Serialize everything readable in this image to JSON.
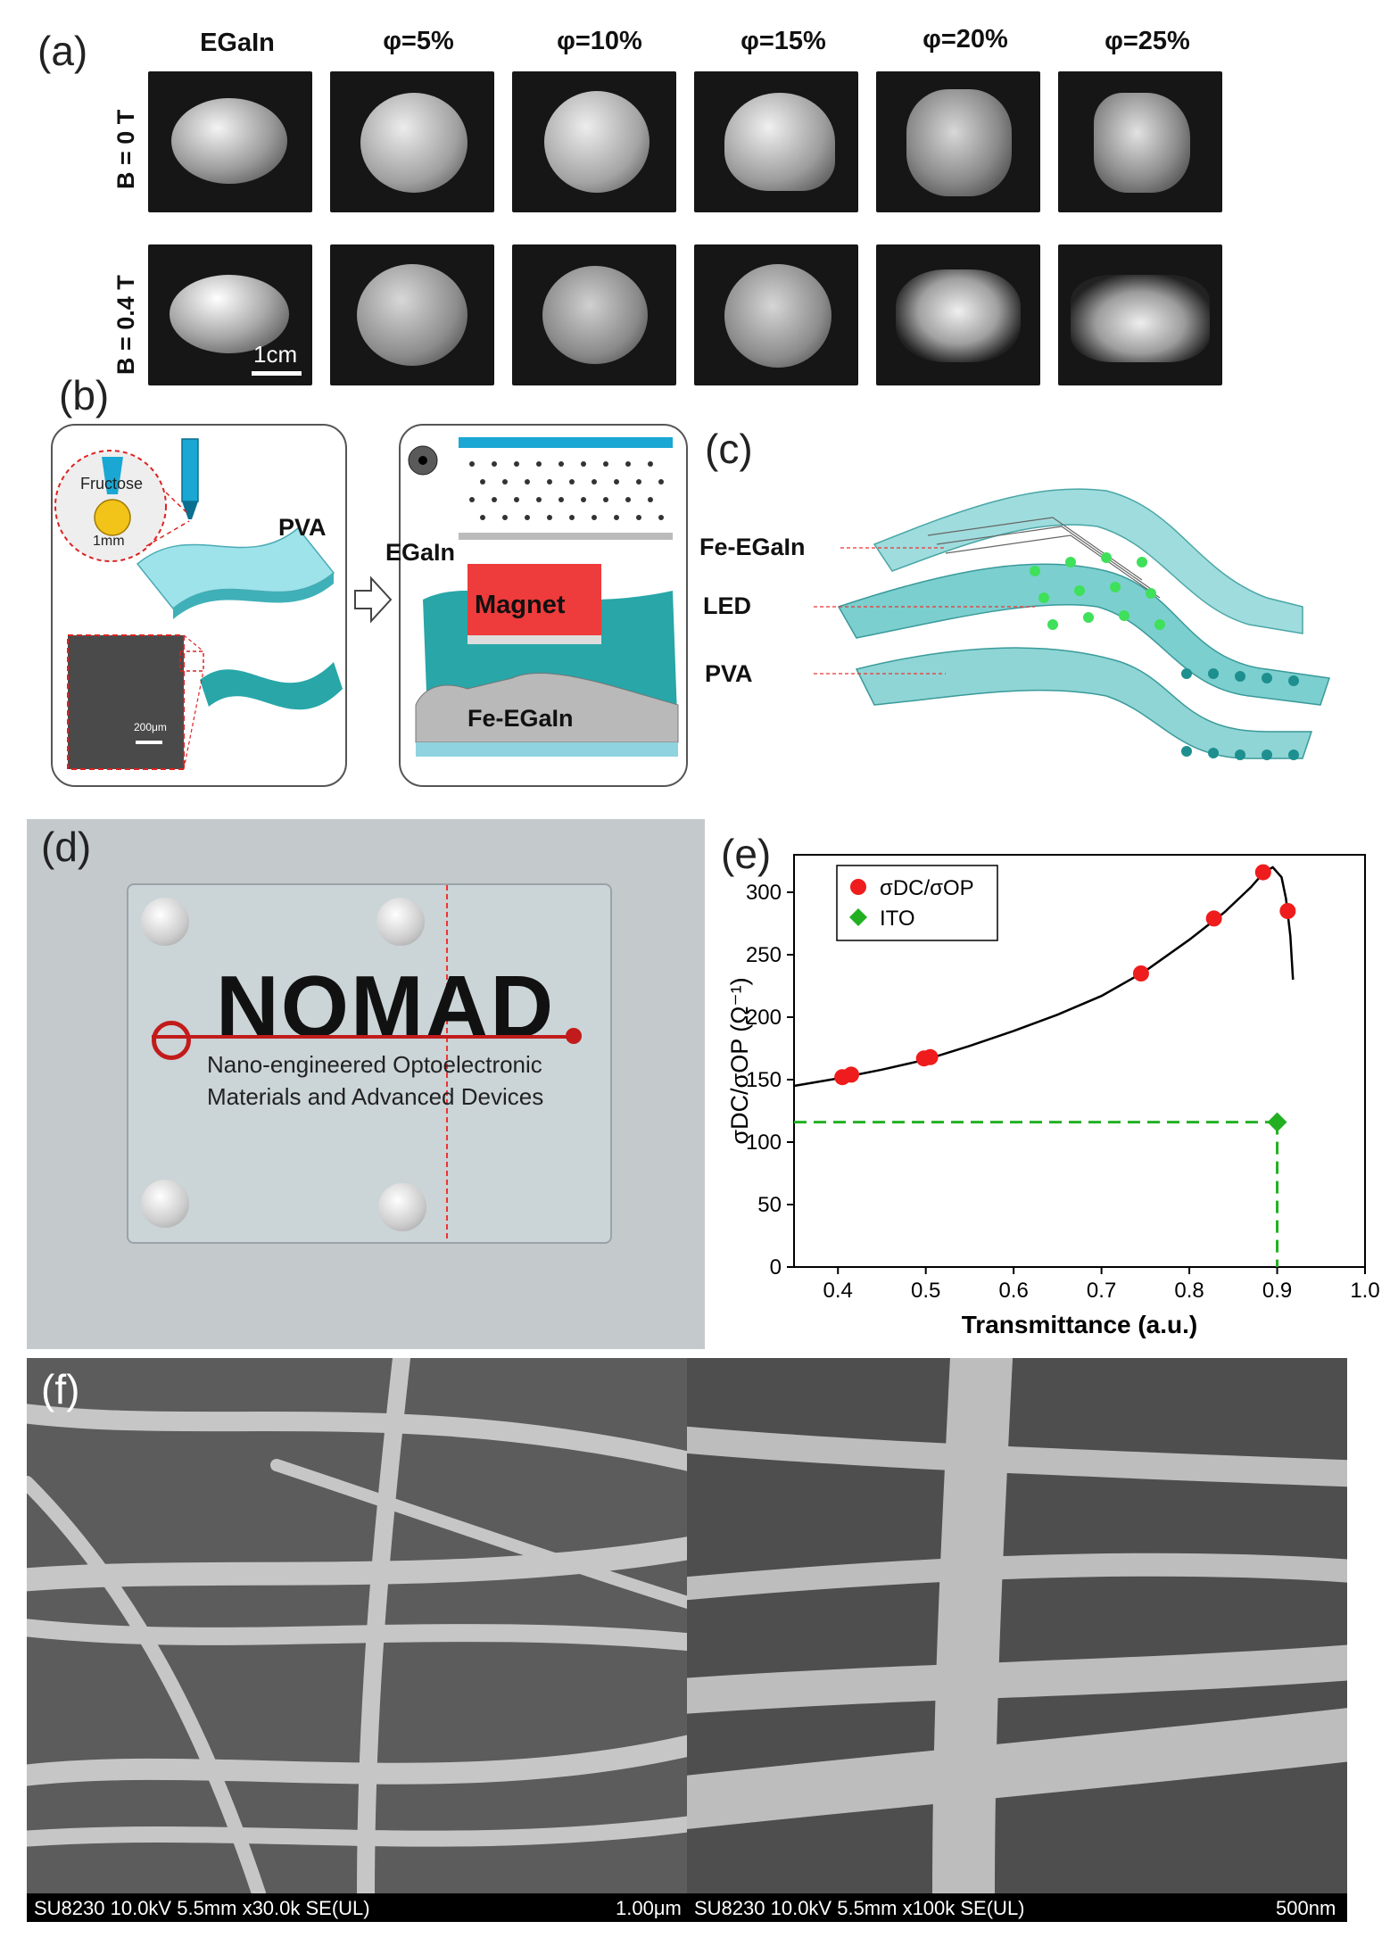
{
  "panels": {
    "a": "(a)",
    "b": "(b)",
    "c": "(c)",
    "d": "(d)",
    "e": "(e)",
    "f": "(f)"
  },
  "panel_a": {
    "columns": [
      "EGaIn",
      "φ=5%",
      "φ=10%",
      "φ=15%",
      "φ=20%",
      "φ=25%"
    ],
    "rows": [
      "B = 0 T",
      "B = 0.4 T"
    ],
    "scale_label": "1cm"
  },
  "panel_b": {
    "fructose": "Fructose",
    "mm": "1mm",
    "pva": "PVA",
    "um": "200μm",
    "egain": "EGaIn",
    "magnet": "Magnet",
    "fe_egain": "Fe-EGaIn"
  },
  "panel_c": {
    "fe_egain": "Fe-EGaIn",
    "led": "LED",
    "pva": "PVA"
  },
  "panel_d": {
    "logo_text": "NOMAD",
    "line1": "Nano-engineered Optoelectronic",
    "line2": "Materials and Advanced Devices"
  },
  "panel_f": {
    "left_info": "SU8230 10.0kV 5.5mm x30.0k SE(UL)",
    "left_scale": "1.00μm",
    "right_info": "SU8230 10.0kV 5.5mm x100k SE(UL)",
    "right_scale": "500nm"
  },
  "chart_data": {
    "type": "scatter",
    "xlabel": "Transmittance (a.u.)",
    "ylabel": "σDC/σOP (Ω⁻¹)",
    "xlim": [
      0.35,
      1.0
    ],
    "ylim": [
      0,
      330
    ],
    "xticks": [
      "0.4",
      "0.5",
      "0.6",
      "0.7",
      "0.8",
      "0.9",
      "1.0"
    ],
    "yticks": [
      "0",
      "50",
      "100",
      "150",
      "200",
      "250",
      "300"
    ],
    "legend_position": "top-left",
    "series": [
      {
        "name": "σDC/σOP",
        "marker": "circle",
        "color": "#ee1c1c",
        "points": [
          [
            0.405,
            152
          ],
          [
            0.415,
            154
          ],
          [
            0.498,
            167
          ],
          [
            0.505,
            168
          ],
          [
            0.745,
            235
          ],
          [
            0.828,
            279
          ],
          [
            0.884,
            316
          ],
          [
            0.912,
            285
          ]
        ]
      },
      {
        "name": "ITO",
        "marker": "diamond",
        "color": "#22b022",
        "points": [
          [
            0.9,
            116
          ]
        ]
      }
    ],
    "fit_curve": [
      [
        0.35,
        145
      ],
      [
        0.4,
        151
      ],
      [
        0.45,
        158
      ],
      [
        0.5,
        166
      ],
      [
        0.55,
        177
      ],
      [
        0.6,
        189
      ],
      [
        0.65,
        202
      ],
      [
        0.7,
        217
      ],
      [
        0.75,
        237
      ],
      [
        0.8,
        262
      ],
      [
        0.84,
        284
      ],
      [
        0.87,
        304
      ],
      [
        0.885,
        316
      ],
      [
        0.895,
        320
      ],
      [
        0.905,
        312
      ],
      [
        0.91,
        295
      ],
      [
        0.915,
        265
      ],
      [
        0.918,
        230
      ]
    ],
    "reference_lines": {
      "x": 0.9,
      "y": 116,
      "color": "#22b022"
    }
  }
}
